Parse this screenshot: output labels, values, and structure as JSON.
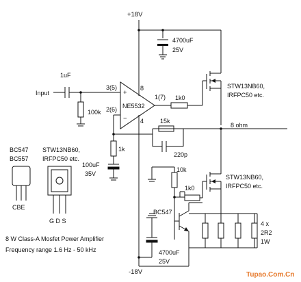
{
  "rails": {
    "positive": "+18V",
    "negative": "-18V"
  },
  "input_label": "Input",
  "opamp": {
    "name": "NE5532",
    "pin_noninv": "3(5)",
    "pin_inv": "2(6)",
    "pin_out": "1(7)",
    "pin_vpos": "8",
    "pin_vneg": "4",
    "plus": "+",
    "minus": "−"
  },
  "components": {
    "c_in": "1uF",
    "r_in": "100k",
    "r_gate": "1k0",
    "r_fb": "15k",
    "c_fb": "220p",
    "r_gnd": "1k",
    "c_gnd_1": "100uF",
    "c_gnd_2": "35V",
    "c_top_1": "4700uF",
    "c_top_2": "25V",
    "c_bot_1": "4700uF",
    "c_bot_2": "25V",
    "r_bias": "10k",
    "r_gate2": "1k0",
    "transistor": "BC547",
    "loads_1": "4 x",
    "loads_2": "2R2",
    "loads_3": "1W"
  },
  "mosfet_top": {
    "line1": "STW13NB60,",
    "line2": "IRFPC50 etc."
  },
  "mosfet_bottom": {
    "line1": "STW13NB60,",
    "line2": "IRFPC50 etc."
  },
  "output_label": "8 ohm",
  "pinouts": {
    "bjt_1": "BC547",
    "bjt_2": "BC557",
    "bjt_pins": "CBE",
    "fet_1": "STW13NB60,",
    "fet_2": "IRFPC50 etc.",
    "fet_pins": "G D S"
  },
  "caption": {
    "line1": "8 W Class-A Mosfet Power Amplifier",
    "line2": "Frequency range 1.6 Hz - 50 kHz"
  },
  "watermark": "Tupao.Com.Cn"
}
